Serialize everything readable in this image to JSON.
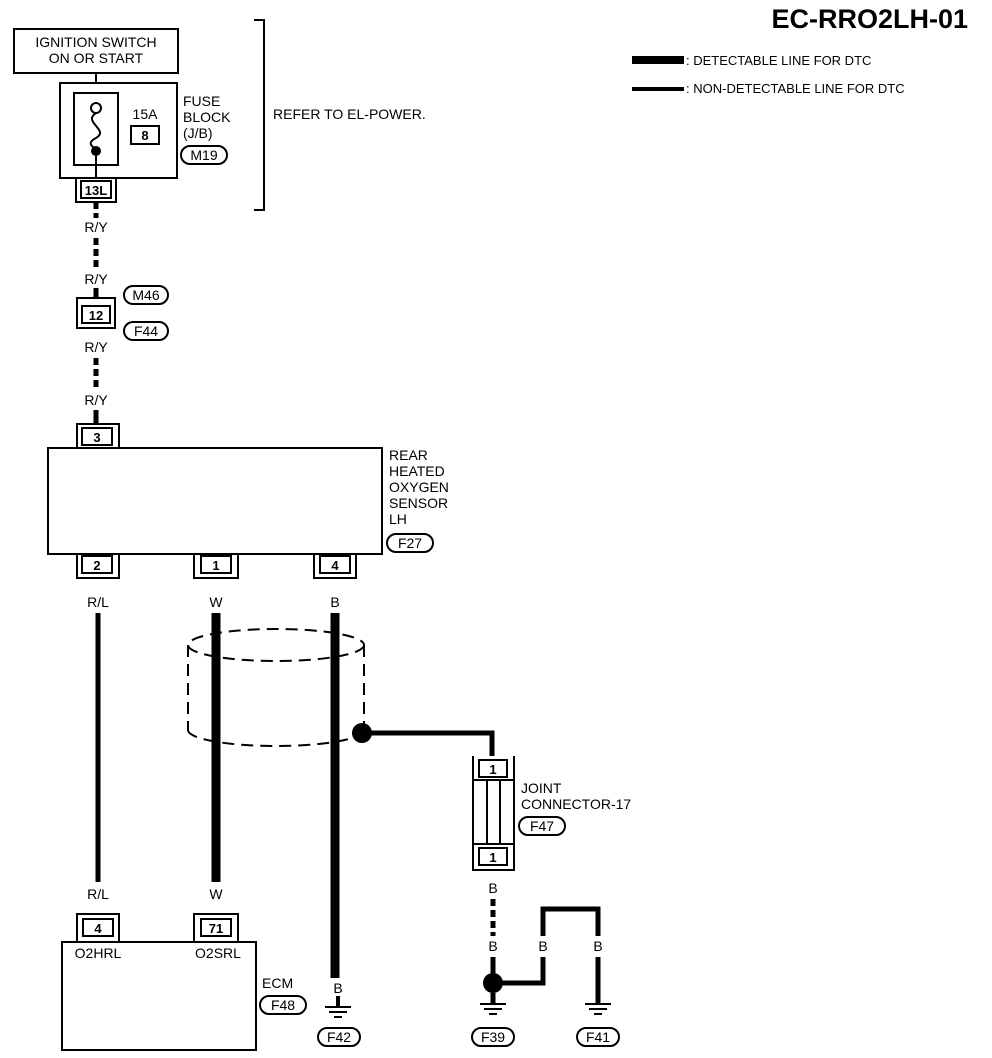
{
  "diagram_id": "EC-RRO2LH-01",
  "legend": {
    "detectable": ": DETECTABLE LINE FOR DTC",
    "non_detectable": ": NON-DETECTABLE LINE FOR DTC"
  },
  "ignition_switch": {
    "line1": "IGNITION SWITCH",
    "line2": "ON OR START"
  },
  "fuse_block": {
    "rating": "15A",
    "fuse_number": "8",
    "label_lines": [
      "FUSE",
      "BLOCK",
      "(J/B)"
    ],
    "connector": "M19",
    "terminal": "13L"
  },
  "refer_note": "REFER TO EL-POWER.",
  "wires": {
    "r_y": "R/Y",
    "r_l": "R/L",
    "w": "W",
    "b": "B"
  },
  "inline_connector": {
    "pin": "12",
    "male": "M46",
    "female": "F44"
  },
  "sensor": {
    "label_lines": [
      "REAR",
      "HEATED",
      "OXYGEN",
      "SENSOR",
      "LH"
    ],
    "connector": "F27",
    "pins": {
      "top": "3",
      "left": "2",
      "middle": "1",
      "right": "4"
    }
  },
  "joint_connector": {
    "label_lines": [
      "JOINT",
      "CONNECTOR-17"
    ],
    "connector": "F47",
    "pin_top": "1",
    "pin_bottom": "1"
  },
  "ecm": {
    "label": "ECM",
    "connector": "F48",
    "pins": [
      {
        "number": "4",
        "name": "O2HRL"
      },
      {
        "number": "71",
        "name": "O2SRL"
      }
    ]
  },
  "grounds": [
    "F42",
    "F39",
    "F41"
  ]
}
